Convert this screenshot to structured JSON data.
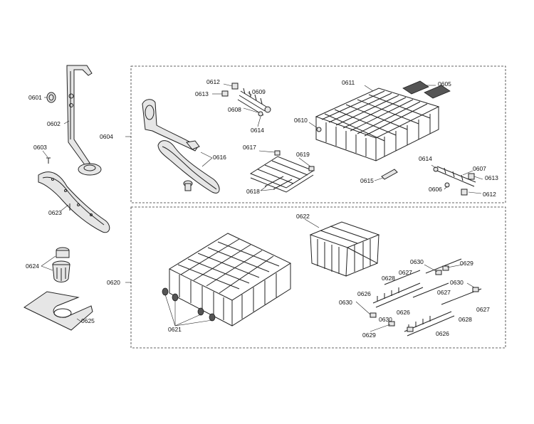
{
  "callouts": {
    "c0601": "0601",
    "c0602": "0602",
    "c0603": "0603",
    "c0604": "0604",
    "c0605": "0605",
    "c0606": "0606",
    "c0607": "0607",
    "c0608": "0608",
    "c0609": "0609",
    "c0610": "0610",
    "c0611": "0611",
    "c0612a": "0612",
    "c0612b": "0612",
    "c0613a": "0613",
    "c0613b": "0613",
    "c0614a": "0614",
    "c0614b": "0614",
    "c0615": "0615",
    "c0616": "0616",
    "c0617": "0617",
    "c0618": "0618",
    "c0619": "0619",
    "c0620": "0620",
    "c0621": "0621",
    "c0622": "0622",
    "c0623": "0623",
    "c0624": "0624",
    "c0625": "0625",
    "c0626a": "0626",
    "c0626b": "0626",
    "c0626c": "0626",
    "c0627a": "0627",
    "c0627b": "0627",
    "c0627c": "0627",
    "c0628a": "0628",
    "c0628b": "0628",
    "c0629a": "0629",
    "c0629b": "0629",
    "c0630a": "0630",
    "c0630b": "0630",
    "c0630c": "0630",
    "c0630d": "0630"
  }
}
